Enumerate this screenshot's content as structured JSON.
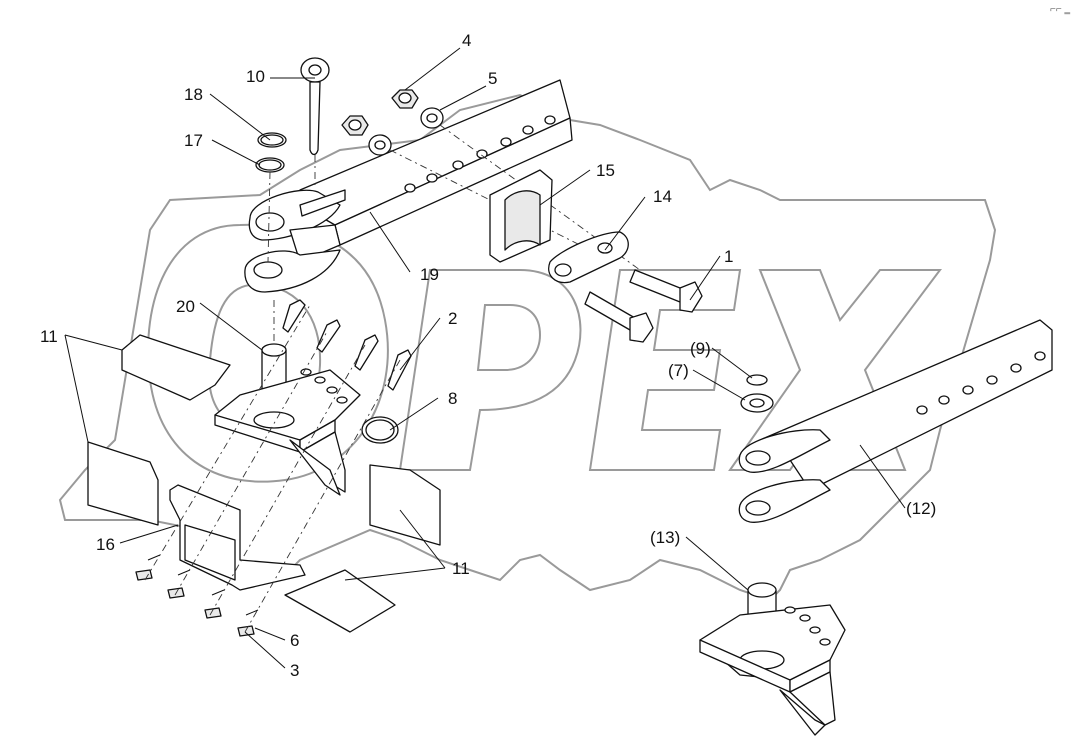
{
  "diagram": {
    "title": "",
    "watermark": "OPEX",
    "corner_mark": "⌐⌐ ‗",
    "labels": [
      {
        "id": "4",
        "text": "4"
      },
      {
        "id": "10",
        "text": "10"
      },
      {
        "id": "5",
        "text": "5"
      },
      {
        "id": "18",
        "text": "18"
      },
      {
        "id": "17",
        "text": "17"
      },
      {
        "id": "15",
        "text": "15"
      },
      {
        "id": "14",
        "text": "14"
      },
      {
        "id": "1",
        "text": "1"
      },
      {
        "id": "19",
        "text": "19"
      },
      {
        "id": "20",
        "text": "20"
      },
      {
        "id": "11a",
        "text": "11"
      },
      {
        "id": "2",
        "text": "2"
      },
      {
        "id": "9",
        "text": "(9)"
      },
      {
        "id": "7",
        "text": "(7)"
      },
      {
        "id": "8",
        "text": "8"
      },
      {
        "id": "12",
        "text": "(12)"
      },
      {
        "id": "16",
        "text": "16"
      },
      {
        "id": "13",
        "text": "(13)"
      },
      {
        "id": "11b",
        "text": "11"
      },
      {
        "id": "6",
        "text": "6"
      },
      {
        "id": "3",
        "text": "3"
      }
    ]
  }
}
